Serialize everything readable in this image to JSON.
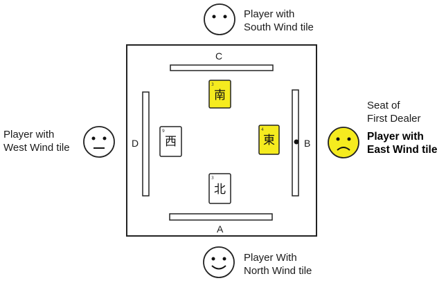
{
  "players": {
    "south": {
      "line1": "Player with",
      "line2": "South Wind tile",
      "face": "neutral",
      "face_color": "#ffffff"
    },
    "west": {
      "line1": "Player with",
      "line2": "West Wind tile",
      "face": "neutral",
      "face_color": "#ffffff"
    },
    "north": {
      "line1": "Player With",
      "line2": "North Wind tile",
      "face": "smile",
      "face_color": "#ffffff"
    },
    "east": {
      "caption1": "Seat of",
      "caption2": "First Dealer",
      "line1": "Player with",
      "line2": "East Wind tile",
      "face": "frown",
      "face_color": "#f5eb1f"
    }
  },
  "table": {
    "sides": {
      "top": "C",
      "left": "D",
      "right": "B",
      "bottom": "A"
    }
  },
  "tiles": {
    "south": {
      "char": "南",
      "number": "3",
      "color": "#f5eb1f"
    },
    "west": {
      "char": "西",
      "number": "9",
      "color": "#ffffff"
    },
    "east": {
      "char": "東",
      "number": "4",
      "color": "#f5eb1f"
    },
    "north": {
      "char": "北",
      "number": "3",
      "color": "#ffffff"
    }
  },
  "colors": {
    "highlight": "#f5eb1f",
    "line": "#222222"
  }
}
